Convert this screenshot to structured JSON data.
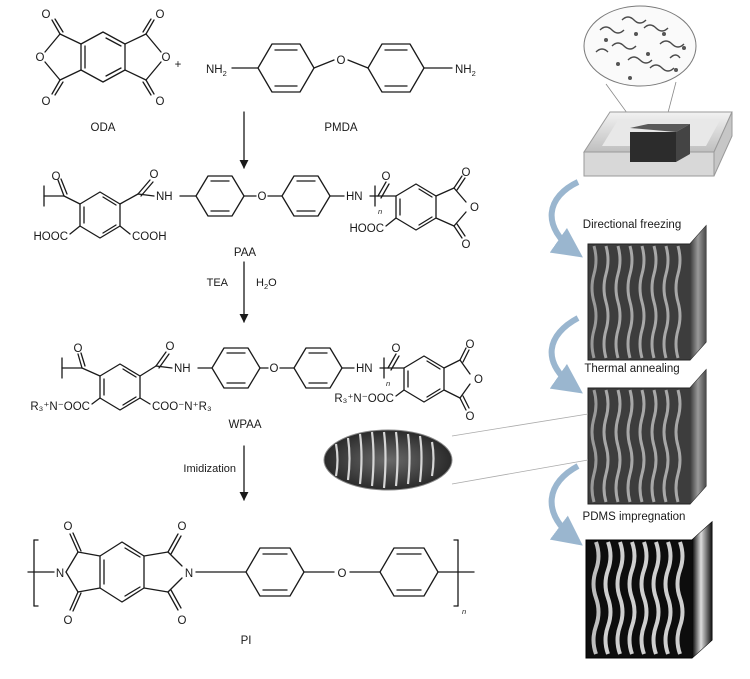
{
  "figure": {
    "compound_labels": {
      "oda": "ODA",
      "pmda": "PMDA",
      "paa": "PAA",
      "wpaa": "WPAA",
      "pi": "PI"
    },
    "reaction_steps": {
      "step2_left": "TEA",
      "step2_right_base": "H",
      "step2_right_sub": "2",
      "step2_right_tail": "O",
      "step3": "Imidization"
    },
    "process_steps": [
      "Directional freezing",
      "Thermal annealing",
      "PDMS impregnation"
    ],
    "atoms": {
      "o": "O",
      "n": "N",
      "nh": "NH",
      "hn": "HN",
      "nh2_base": "NH",
      "nh2_sub": "2",
      "plus": "+",
      "cooh": "COOH",
      "hooc": "HOOC",
      "n_index": "n",
      "wpaa_left_salt": "R₃⁺N⁻OOC",
      "wpaa_right_salt": "COO⁻N⁺R₃",
      "wpaa_end_salt": "R₃⁺N⁻OOC"
    }
  }
}
